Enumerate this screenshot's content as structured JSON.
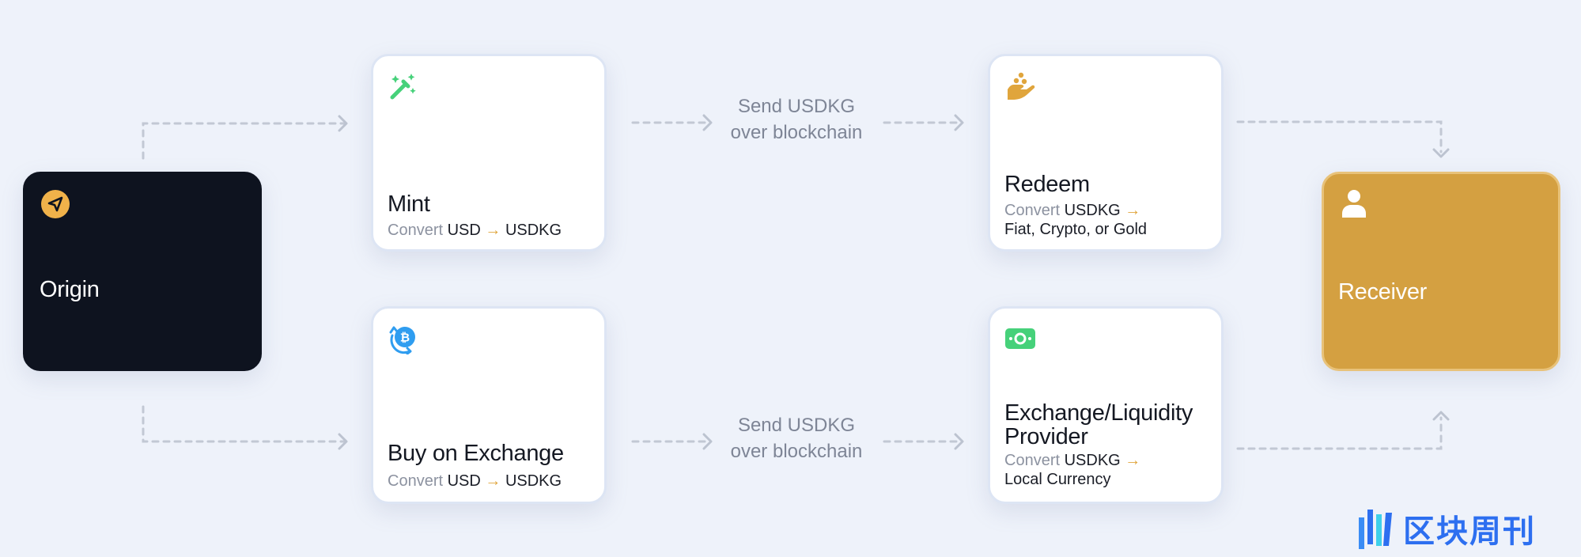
{
  "nodes": {
    "origin": {
      "title": "Origin",
      "icon": "send-icon",
      "icon_color": "#f0b24a"
    },
    "mint": {
      "title": "Mint",
      "sub_prefix": "Convert",
      "sub_from": "USD",
      "sub_arrow": "→",
      "sub_to": "USDKG",
      "icon": "magic-wand-icon",
      "icon_color": "#46d17a"
    },
    "buy": {
      "title": "Buy on Exchange",
      "sub_prefix": "Convert",
      "sub_from": "USD",
      "sub_arrow": "→",
      "sub_to": "USDKG",
      "icon": "bitcoin-exchange-icon",
      "icon_color": "#2f9df0"
    },
    "redeem": {
      "title": "Redeem",
      "sub_prefix": "Convert",
      "sub_from": "USDKG",
      "sub_arrow": "→",
      "sub_line2": "Fiat, Crypto, or Gold",
      "icon": "hand-coins-icon",
      "icon_color": "#e0a53c"
    },
    "exchange": {
      "title_line1": "Exchange/Liquidity",
      "title_line2": "Provider",
      "sub_prefix": "Convert",
      "sub_from": "USDKG",
      "sub_arrow": "→",
      "sub_line2": "Local Currency",
      "icon": "banknote-icon",
      "icon_color": "#46d17a"
    },
    "receiver": {
      "title": "Receiver",
      "icon": "person-icon",
      "icon_color": "#ffffff"
    }
  },
  "edges": {
    "top_label_line1": "Send USDKG",
    "top_label_line2": "over blockchain",
    "bottom_label_line1": "Send USDKG",
    "bottom_label_line2": "over blockchain"
  },
  "watermark": {
    "text": "区块周刊",
    "color": "#2d6ff0"
  },
  "colors": {
    "background": "#eef2fa",
    "dashed_line": "#c2c8d4",
    "accent": "#e0a53c"
  }
}
